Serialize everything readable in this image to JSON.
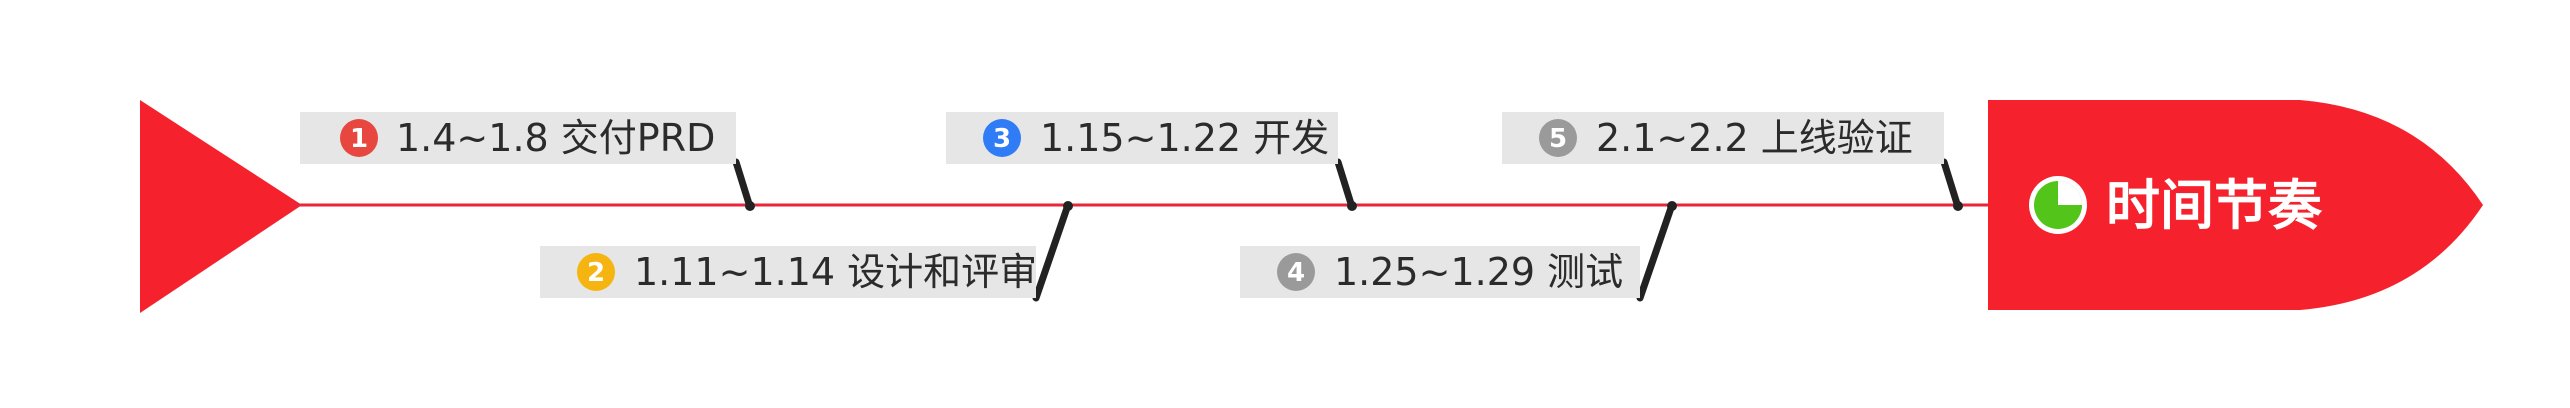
{
  "title": "时间节奏",
  "colors": {
    "spine": "#e8253a",
    "tail": "#f5222d",
    "head": "#f5222d",
    "label_bg": "#e6e6e6",
    "label_text": "#2b2b2b",
    "bone": "#222222",
    "clock_icon": "#52c41a"
  },
  "milestones": [
    {
      "number": "1",
      "text": "1.4~1.8 交付PRD",
      "badge_color": "#e8473f"
    },
    {
      "number": "2",
      "text": "1.11~1.14 设计和评审",
      "badge_color": "#f5b40f"
    },
    {
      "number": "3",
      "text": "1.15~1.22 开发",
      "badge_color": "#2f7cf6"
    },
    {
      "number": "4",
      "text": "1.25~1.29 测试",
      "badge_color": "#9a9a9a"
    },
    {
      "number": "5",
      "text": "2.1~2.2 上线验证",
      "badge_color": "#9a9a9a"
    }
  ]
}
